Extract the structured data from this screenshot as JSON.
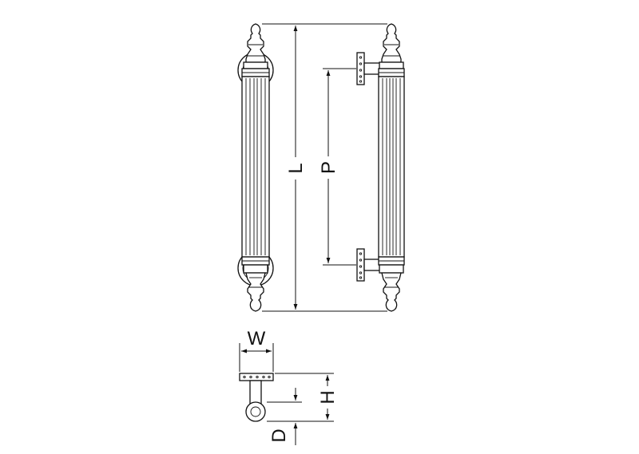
{
  "labels": {
    "length": "L",
    "pitch": "P",
    "width": "W",
    "height": "H",
    "diameter": "D"
  }
}
